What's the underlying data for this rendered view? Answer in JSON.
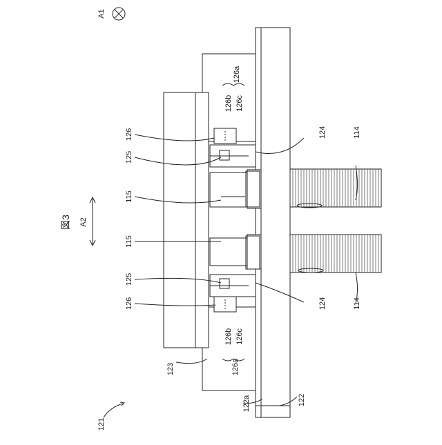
{
  "figure": {
    "title": "図3",
    "direction_a1": "A1",
    "direction_a2": "A2"
  },
  "labels": {
    "l121": "121",
    "l122": "122",
    "l122a": "122a",
    "l123": "123",
    "l126_top": "126",
    "l126_bottom": "126",
    "l125_top": "125",
    "l125_bottom": "125",
    "l115_top": "115",
    "l115_bottom": "115",
    "l124_top": "124",
    "l124_bottom": "124",
    "l114_top": "114",
    "l114_bottom": "114",
    "l126a_top": "126a",
    "l126b_top": "126b",
    "l126c_top": "126c",
    "l126a_bottom": "126a",
    "l126b_bottom": "126b",
    "l126c_bottom": "126c"
  },
  "colors": {
    "line": "#222222",
    "fill": "#ffffff"
  }
}
